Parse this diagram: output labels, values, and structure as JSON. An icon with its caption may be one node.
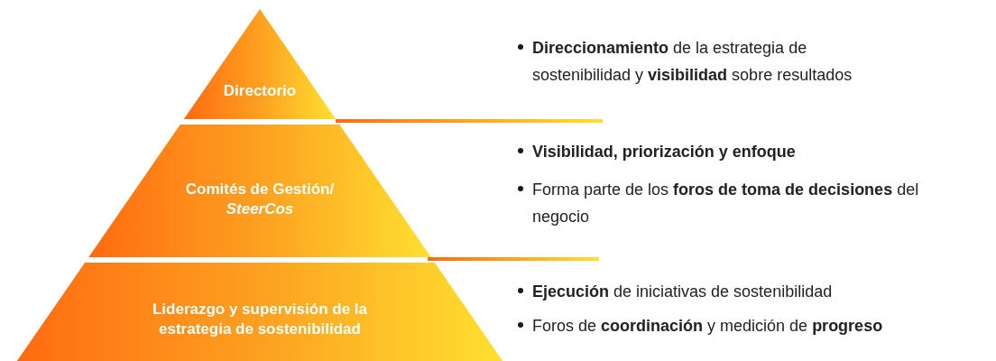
{
  "diagram": {
    "nodes": [
      {
        "text": [
          "Directorio"
        ]
      },
      {
        "text": [
          "Comités de Gestión/ *SteerCos*"
        ]
      },
      {
        "text": [
          "Liderazgo y supervisión de la estrategia de sostenibilidad"
        ]
      }
    ],
    "labels": [
      "**Direccionamiento** de la estrategia de sostenibilidad y **visibilidad** sobre resultados",
      "**Visibilidad, priorización y enfoque**",
      "Forma parte de los **foros de toma de decisiones** del negocio",
      "**Ejecución** de iniciativas de sostenibilidad",
      "Foros de **coordinación** y medición de **progreso**"
    ]
  }
}
